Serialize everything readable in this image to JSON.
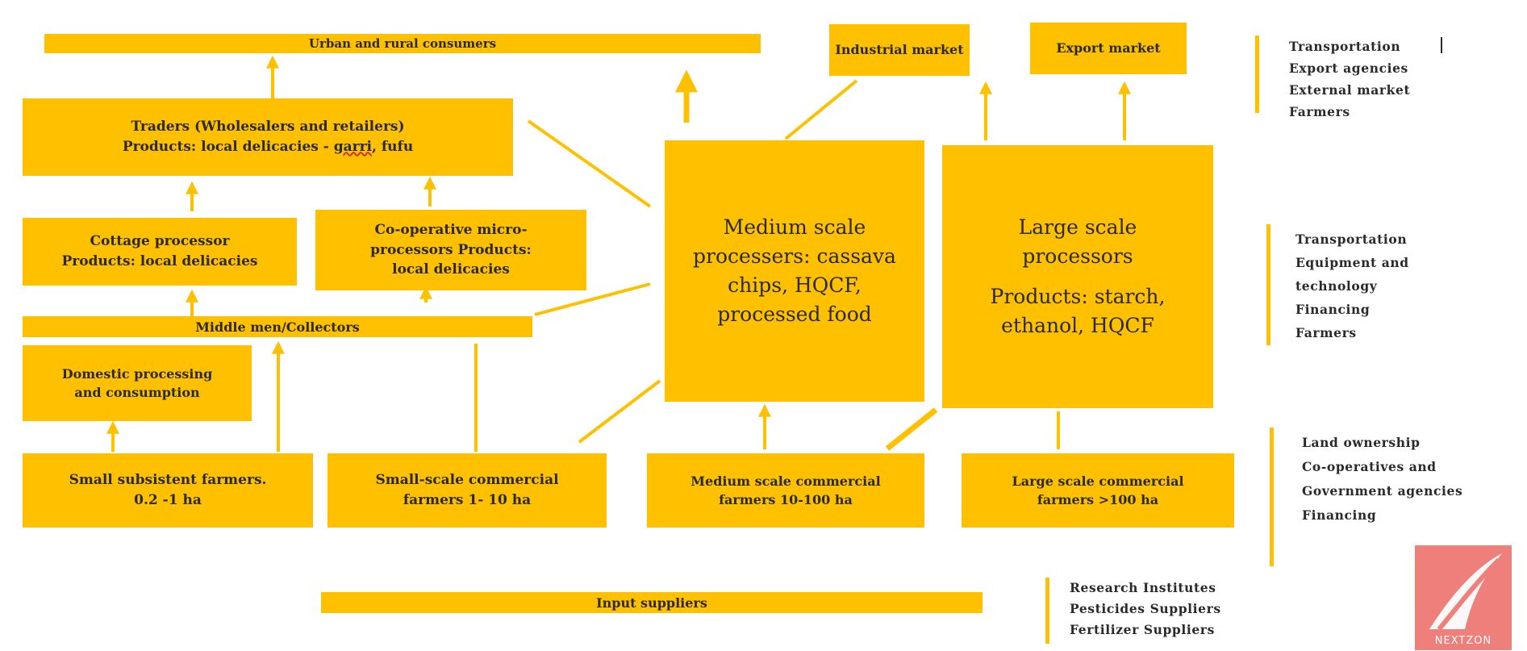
{
  "top_bars": {
    "consumers": "Urban and rural consumers"
  },
  "markets": {
    "industrial": "Industrial market",
    "export": "Export market"
  },
  "boxes": {
    "traders": {
      "line1": "Traders (Wholesalers and retailers)",
      "line2_prefix": "Products: local delicacies - ",
      "line2_word": "garri",
      "line2_suffix": ", fufu"
    },
    "cottage": {
      "line1": "Cottage processor",
      "line2": "Products: local delicacies"
    },
    "coop": {
      "line1": "Co-operative micro-",
      "line2": "processors Products:",
      "line3": "local delicacies"
    },
    "middlemen": "Middle men/Collectors",
    "domestic": {
      "line1": "Domestic processing",
      "line2": "and consumption"
    },
    "medium_processors": {
      "line1": "Medium scale",
      "line2": "processers: cassava",
      "line3": "chips, HQCF,",
      "line4": "processed food"
    },
    "large_processors": {
      "line1": "Large scale",
      "line2": "processors",
      "line3": "Products: starch,",
      "line4": "ethanol, HQCF"
    },
    "small_subsistent": {
      "line1": "Small subsistent farmers.",
      "line2": "0.2 -1 ha"
    },
    "small_commercial": {
      "line1": "Small-scale commercial",
      "line2": "farmers 1- 10 ha"
    },
    "medium_commercial": {
      "line1": "Medium scale commercial",
      "line2": "farmers 10-100 ha"
    },
    "large_commercial": {
      "line1": "Large scale commercial",
      "line2": "farmers >100 ha"
    },
    "input_suppliers": "Input suppliers"
  },
  "side_lists": {
    "group1": [
      "Transportation",
      "Export agencies",
      "External market",
      "Farmers"
    ],
    "group2": [
      "Transportation",
      "Equipment and",
      "technology",
      "Financing",
      "Farmers"
    ],
    "group3": [
      "Land ownership",
      "Co-operatives and",
      "Government agencies",
      "Financing"
    ],
    "group4": [
      "Research Institutes",
      "Pesticides Suppliers",
      "Fertilizer Suppliers"
    ]
  },
  "logo": {
    "text": "NEXTZON"
  },
  "colors": {
    "box_fill": "#ffc000",
    "text": "#2a2a2a",
    "logo_bg": "#ef7f7a"
  }
}
